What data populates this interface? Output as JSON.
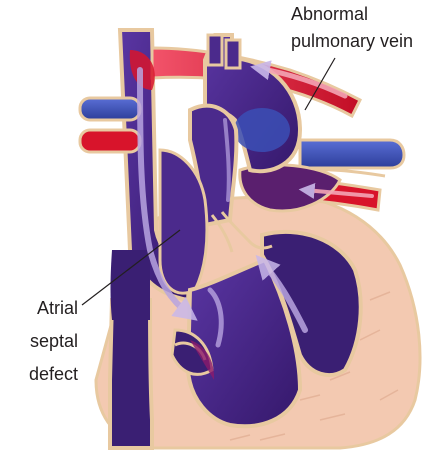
{
  "labels": {
    "abnormal_pulmonary_vein": [
      "Abnormal",
      "pulmonary vein"
    ],
    "atrial_septal_defect": [
      "Atrial",
      "septal",
      "defect"
    ]
  },
  "colors": {
    "deoxygenated_blood": "#4b2a8c",
    "deep_purple": "#3a1f73",
    "oxygenated_blood": "#d8142b",
    "vessel_blue": "#3b4fb5",
    "muscle_tissue": "#f3c9b1",
    "outline": "#e8c9a0",
    "flow_arrow": "#b8a4e0"
  }
}
